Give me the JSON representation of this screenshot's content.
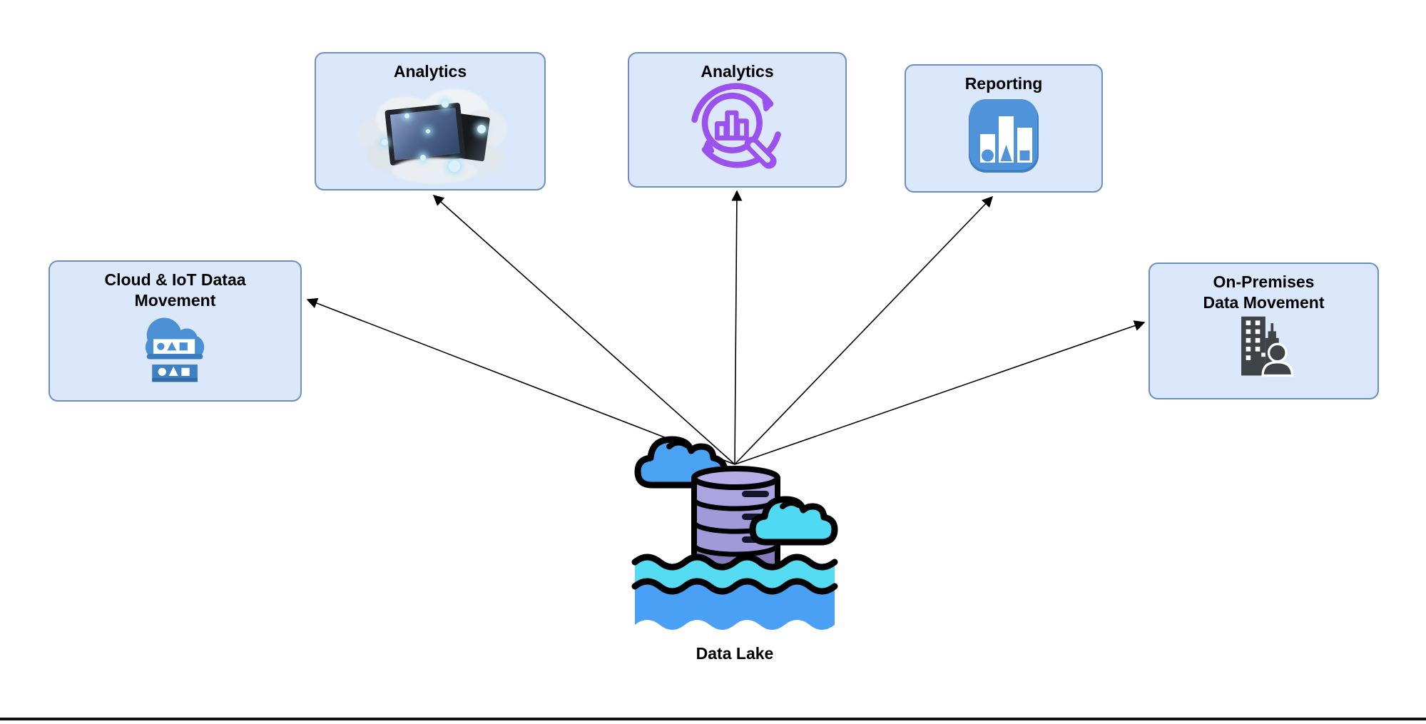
{
  "diagram": {
    "center_node": {
      "label": "Data Lake",
      "icon": "data-lake-database-waves"
    },
    "nodes": [
      {
        "id": "analytics-cloud",
        "label": "Analytics",
        "icon": "cloud-computing-monitors"
      },
      {
        "id": "analytics-magnifier",
        "label": "Analytics",
        "icon": "magnifier-bar-chart-refresh"
      },
      {
        "id": "reporting",
        "label": "Reporting",
        "icon": "bar-chart-shapes"
      },
      {
        "id": "cloud-iot",
        "label": "Cloud & IoT Dataa\nMovement",
        "icon": "cloud-data-shapes"
      },
      {
        "id": "on-premises",
        "label": "On-Premises\nData Movement",
        "icon": "building-person"
      }
    ],
    "colors": {
      "box_fill": "#dbe8fb",
      "box_border": "#6f8ec0",
      "analytics_purple": "#9b51ec",
      "reporting_blue": "#4b90d5",
      "iot_blue": "#4a90d2",
      "building_gray": "#3f4347",
      "lake_cloud_blue": "#4aa3f2",
      "lake_cloud_cyan": "#4fd9f2",
      "lake_db_light": "#b7aee8",
      "lake_db_mid": "#a29ad8",
      "lake_db_dark": "#857cbc",
      "wave_cyan": "#55dcf2",
      "wave_blue": "#4aa0f5",
      "arrow": "#000000"
    }
  }
}
